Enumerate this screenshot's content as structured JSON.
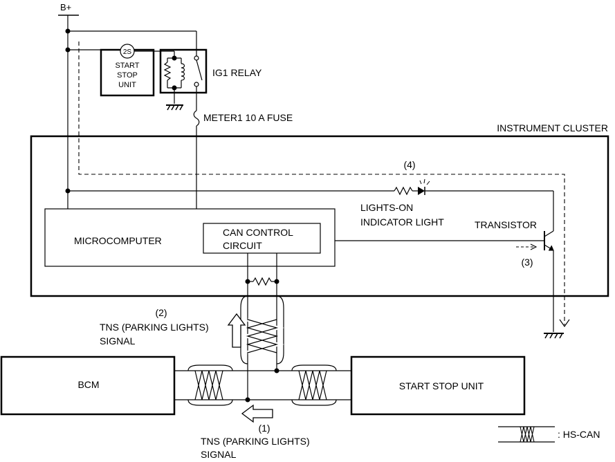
{
  "labels": {
    "b_plus": "B+",
    "start_stop_unit_top_ring": "2S",
    "start_stop_unit_top_l1": "START",
    "start_stop_unit_top_l2": "STOP",
    "start_stop_unit_top_l3": "UNIT",
    "ig1_relay": "IG1 RELAY",
    "meter_fuse": "METER1 10 A FUSE",
    "instrument_cluster": "INSTRUMENT CLUSTER",
    "step4": "(4)",
    "lights_on_l1": "LIGHTS-ON",
    "lights_on_l2": "INDICATOR LIGHT",
    "transistor": "TRANSISTOR",
    "step3": "(3)",
    "microcomputer": "MICROCOMPUTER",
    "can_l1": "CAN CONTROL",
    "can_l2": "CIRCUIT",
    "step2": "(2)",
    "tns_upper_l1": "TNS (PARKING LIGHTS)",
    "tns_upper_l2": "SIGNAL",
    "bcm": "BCM",
    "start_stop_unit": "START STOP UNIT",
    "step1": "(1)",
    "tns_lower_l1": "TNS (PARKING LIGHTS)",
    "tns_lower_l2": "SIGNAL",
    "legend_hs_can": ": HS-CAN"
  }
}
